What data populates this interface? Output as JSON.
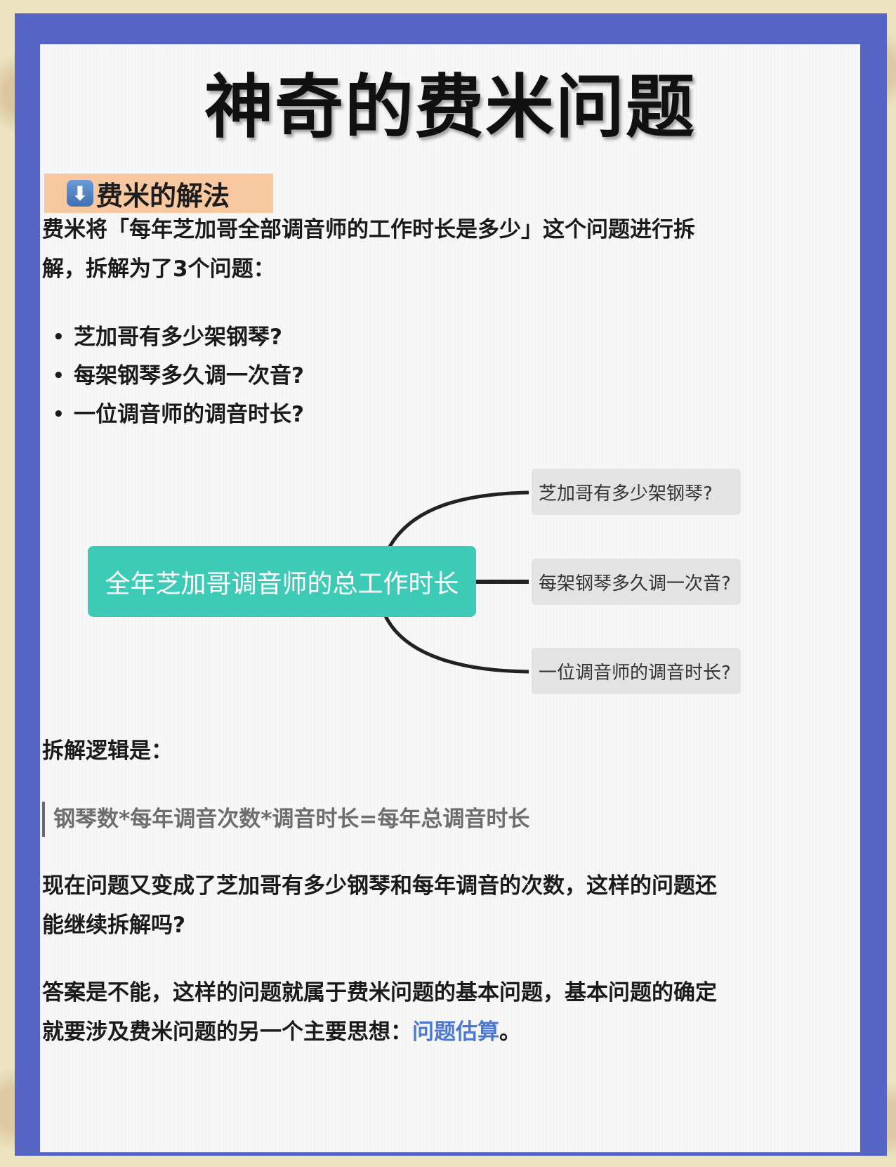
{
  "title": "神奇的费米问题",
  "section": {
    "icon": "down-arrow-icon",
    "icon_glyph": "⬇",
    "label": "费米的解法"
  },
  "intro_line1": "费米将「每年芝加哥全部调音师的工作时长是多少」这个问题进行拆",
  "intro_line2": "解，拆解为了3个问题：",
  "bullets": [
    "芝加哥有多少架钢琴?",
    "每架钢琴多久调一次音?",
    "一位调音师的调音时长?"
  ],
  "mindmap": {
    "root": "全年芝加哥调音师的总工作时长",
    "children": [
      "芝加哥有多少架钢琴?",
      "每架钢琴多久调一次音?",
      "一位调音师的调音时长?"
    ],
    "root_color": "#3dcbb8",
    "child_color": "#e3e3e3"
  },
  "logic_heading": "拆解逻辑是：",
  "formula": "钢琴数*每年调音次数*调音时长=每年总调音时长",
  "para2_line1": "现在问题又变成了芝加哥有多少钢琴和每年调音的次数，这样的问题还",
  "para2_line2": "能继续拆解吗?",
  "para3_line1": "答案是不能，这样的问题就属于费米问题的基本问题，基本问题的确定",
  "para3_line2_prefix": "就要涉及费米问题的另一个主要思想：",
  "para3_highlight": "问题估算",
  "para3_suffix": "。",
  "colors": {
    "frame": "#5665c3",
    "tag": "#f8c8a0",
    "highlight": "#4a78d4"
  }
}
